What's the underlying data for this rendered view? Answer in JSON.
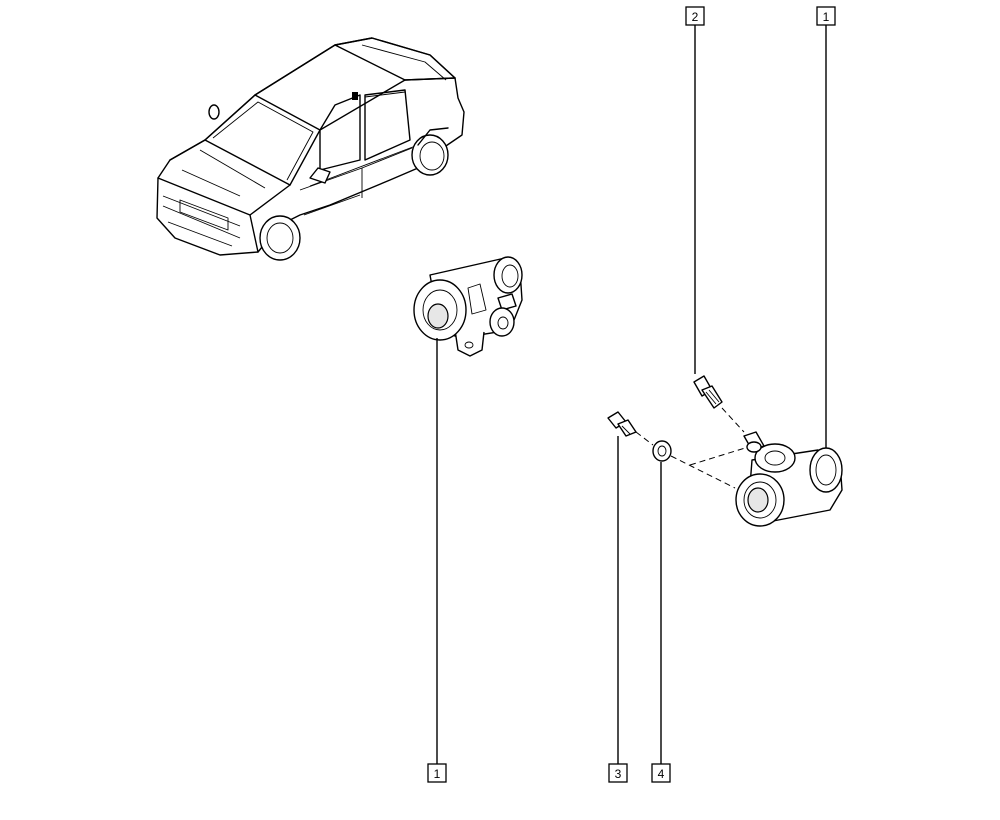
{
  "callouts": {
    "top_part_1": "1",
    "top_part_2": "2",
    "bottom_part_1": "1",
    "bottom_part_3": "3",
    "bottom_part_4": "4"
  },
  "illustrations": [
    "sedan-car-icon",
    "wheel-cylinder-icon",
    "wheel-cylinder-exploded-icon",
    "bleed-screw-icon",
    "mounting-bolt-icon",
    "washer-icon"
  ]
}
